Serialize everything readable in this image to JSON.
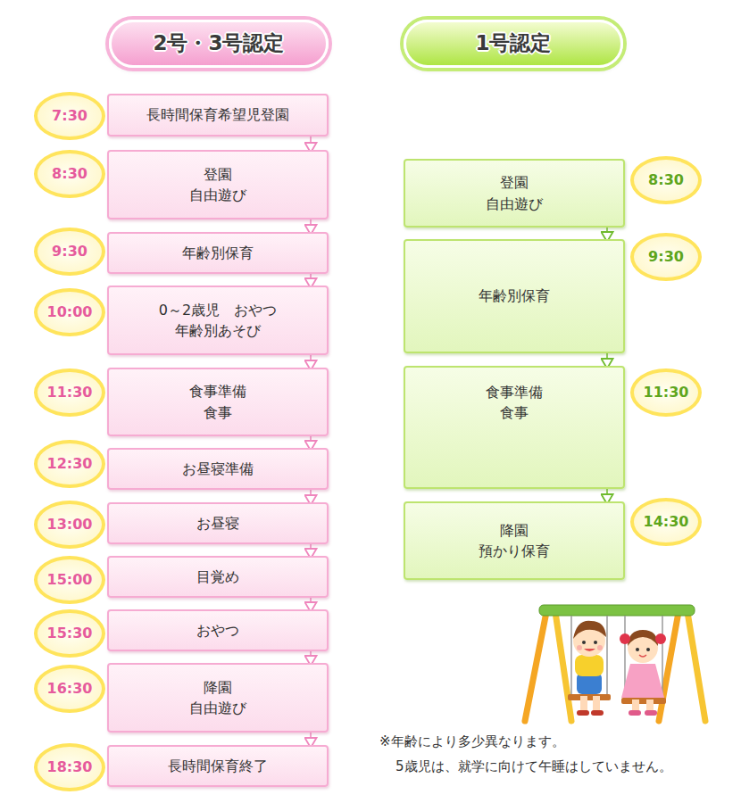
{
  "diagram": {
    "nodes": [
      {
        "text": [
          "2号・3号認定"
        ]
      },
      {
        "text": [
          "1号認定"
        ]
      },
      {
        "text": [
          "7:30"
        ]
      },
      {
        "text": [
          "長時間保育希望児登園"
        ]
      },
      {
        "text": [
          "8:30"
        ]
      },
      {
        "text": [
          "登園",
          "自由遊び"
        ]
      },
      {
        "text": [
          "9:30"
        ]
      },
      {
        "text": [
          "年齢別保育"
        ]
      },
      {
        "text": [
          "10:00"
        ]
      },
      {
        "text": [
          "0～2歳児　おやつ",
          "年齢別あそび"
        ]
      },
      {
        "text": [
          "11:30"
        ]
      },
      {
        "text": [
          "食事準備",
          "食事"
        ]
      },
      {
        "text": [
          "12:30"
        ]
      },
      {
        "text": [
          "お昼寝準備"
        ]
      },
      {
        "text": [
          "13:00"
        ]
      },
      {
        "text": [
          "お昼寝"
        ]
      },
      {
        "text": [
          "15:00"
        ]
      },
      {
        "text": [
          "目覚め"
        ]
      },
      {
        "text": [
          "15:30"
        ]
      },
      {
        "text": [
          "おやつ"
        ]
      },
      {
        "text": [
          "16:30"
        ]
      },
      {
        "text": [
          "降園",
          "自由遊び"
        ]
      },
      {
        "text": [
          "18:30"
        ]
      },
      {
        "text": [
          "長時間保育終了"
        ]
      },
      {
        "text": [
          "登園",
          "自由遊び"
        ]
      },
      {
        "text": [
          "8:30"
        ]
      },
      {
        "text": [
          "年齢別保育"
        ]
      },
      {
        "text": [
          "9:30"
        ]
      },
      {
        "text": [
          "食事準備",
          "食事"
        ]
      },
      {
        "text": [
          "11:30"
        ]
      },
      {
        "text": [
          "降園",
          "預かり保育"
        ]
      },
      {
        "text": [
          "14:30"
        ]
      }
    ],
    "edges": [
      {
        "from": 3,
        "to": 5,
        "arrow": "to"
      },
      {
        "from": 5,
        "to": 7,
        "arrow": "to"
      },
      {
        "from": 7,
        "to": 9,
        "arrow": "to"
      },
      {
        "from": 9,
        "to": 11,
        "arrow": "to"
      },
      {
        "from": 11,
        "to": 13,
        "arrow": "to"
      },
      {
        "from": 13,
        "to": 15,
        "arrow": "to"
      },
      {
        "from": 15,
        "to": 17,
        "arrow": "to"
      },
      {
        "from": 17,
        "to": 19,
        "arrow": "to"
      },
      {
        "from": 19,
        "to": 21,
        "arrow": "to"
      },
      {
        "from": 21,
        "to": 23,
        "arrow": "to"
      },
      {
        "from": 24,
        "to": 26,
        "arrow": "to"
      },
      {
        "from": 26,
        "to": 28,
        "arrow": "to"
      },
      {
        "from": 28,
        "to": 30,
        "arrow": "to"
      }
    ],
    "labels": [
      "※年齢により多少異なります。",
      "5歳児は、就学に向けて午睡はしていません。"
    ]
  }
}
